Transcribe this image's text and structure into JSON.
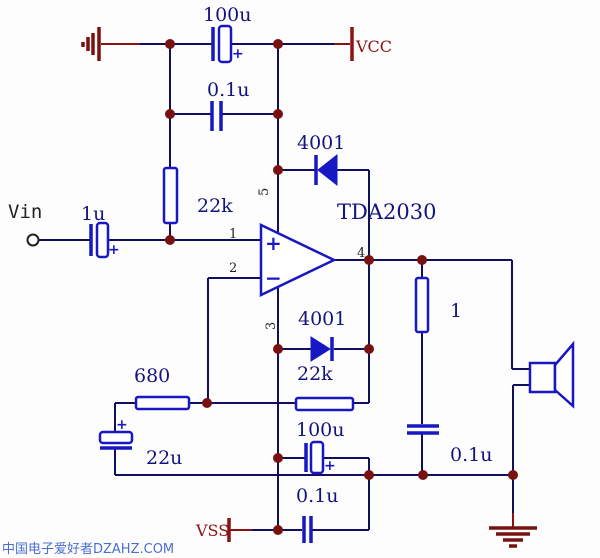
{
  "schematic": {
    "ic": "TDA2030",
    "input_label": "Vin",
    "power": {
      "vcc": "VCC",
      "vss": "VSS"
    },
    "pins": {
      "p1": "1",
      "p2": "2",
      "p3": "3",
      "p4": "4",
      "p5": "5"
    },
    "values": {
      "c_bulk_vcc": "100u",
      "c_hf_vcc": "0.1u",
      "r_bias": "22k",
      "d_top": "4001",
      "c_input": "1u",
      "r_gnd": "680",
      "d_bottom": "4001",
      "r_feedback": "22k",
      "c_nfb": "22u",
      "c_bulk_vss": "100u",
      "c_hf_vss": "0.1u",
      "r_zobel": "1",
      "c_zobel": "0.1u"
    },
    "marks": {
      "plus": "+",
      "opamp_plus": "+",
      "opamp_minus": "−"
    },
    "watermark": "中国电子爱好者DZAHZ.COM",
    "colors": {
      "wire": "#10105e",
      "symbol": "#1717c3",
      "junction": "#7a1111",
      "power_red": "#8b1212",
      "label": "#14147d",
      "text_black": "#222222",
      "watermark": "#4a6fd0"
    }
  }
}
